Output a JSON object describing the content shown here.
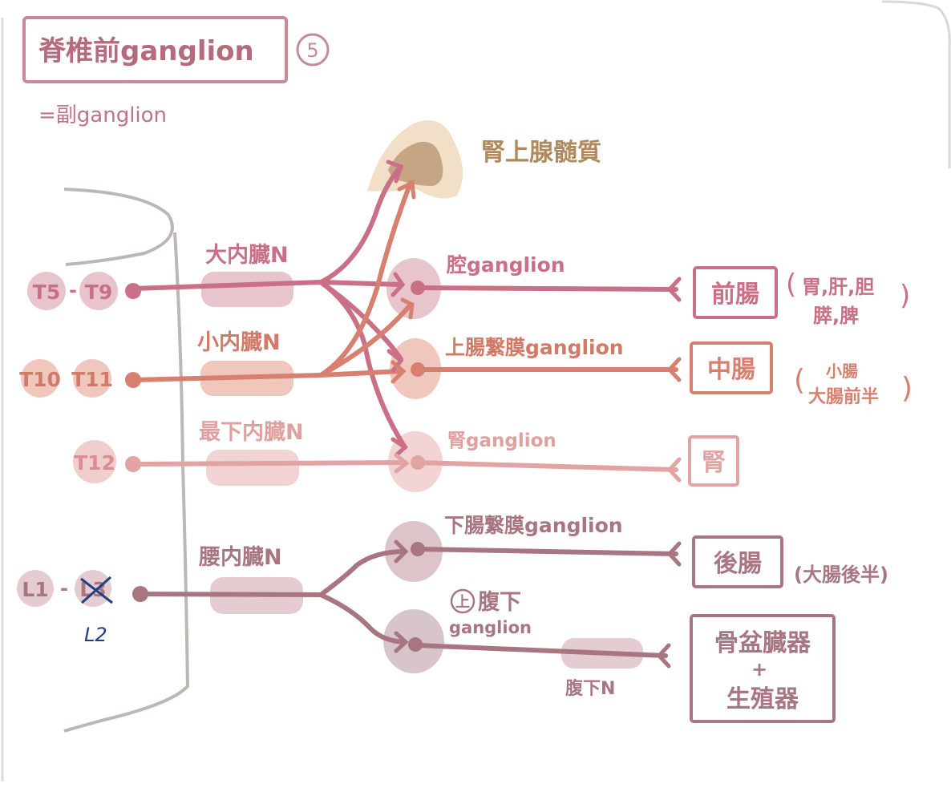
{
  "title": {
    "text": "脊椎前ganglion",
    "number": "5"
  },
  "subtitle": "=副ganglion",
  "spine": {
    "T5_T9": {
      "a": "T5",
      "sep": "-",
      "b": "T9"
    },
    "T10_T11": {
      "a": "T10",
      "b": "T11"
    },
    "T12": "T12",
    "L1_L2": {
      "a": "L1",
      "sep": "-",
      "b": "L3",
      "correction": "L2"
    }
  },
  "nerves": {
    "greater": "大内臓N",
    "lesser": "小内臓N",
    "least": "最下内臓N",
    "lumbar": "腰内臓N",
    "hypogastric": "腹下N"
  },
  "adrenal": "腎上腺髄質",
  "ganglia": {
    "celiac": "腔ganglion",
    "sup_mesenteric": "上腸繋膜ganglion",
    "renal": "腎ganglion",
    "inf_mesenteric": "下腸繋膜ganglion",
    "sup_hypogastric": {
      "circle": "上",
      "text": "腹下",
      "sub": "ganglion"
    }
  },
  "targets": {
    "foregut": {
      "label": "前腸",
      "note_line1": "胃,肝,胆",
      "note_line2": "膵,脾"
    },
    "midgut": {
      "label": "中腸",
      "note_line1": "小腸",
      "note_line2": "大腸前半"
    },
    "kidney": {
      "label": "腎"
    },
    "hindgut": {
      "label": "後腸",
      "note": "(大腸後半)"
    },
    "pelvic": {
      "line1": "骨盆臓器",
      "plus": "+",
      "line2": "生殖器"
    }
  },
  "colors": {
    "t59": "#c96f86",
    "t1011": "#d88070",
    "t12": "#e2a3a3",
    "lumbar": "#a87680",
    "adrenal": "#b08a5c",
    "spine_line": "#bdb7b3",
    "correction": "#1f3f86"
  }
}
